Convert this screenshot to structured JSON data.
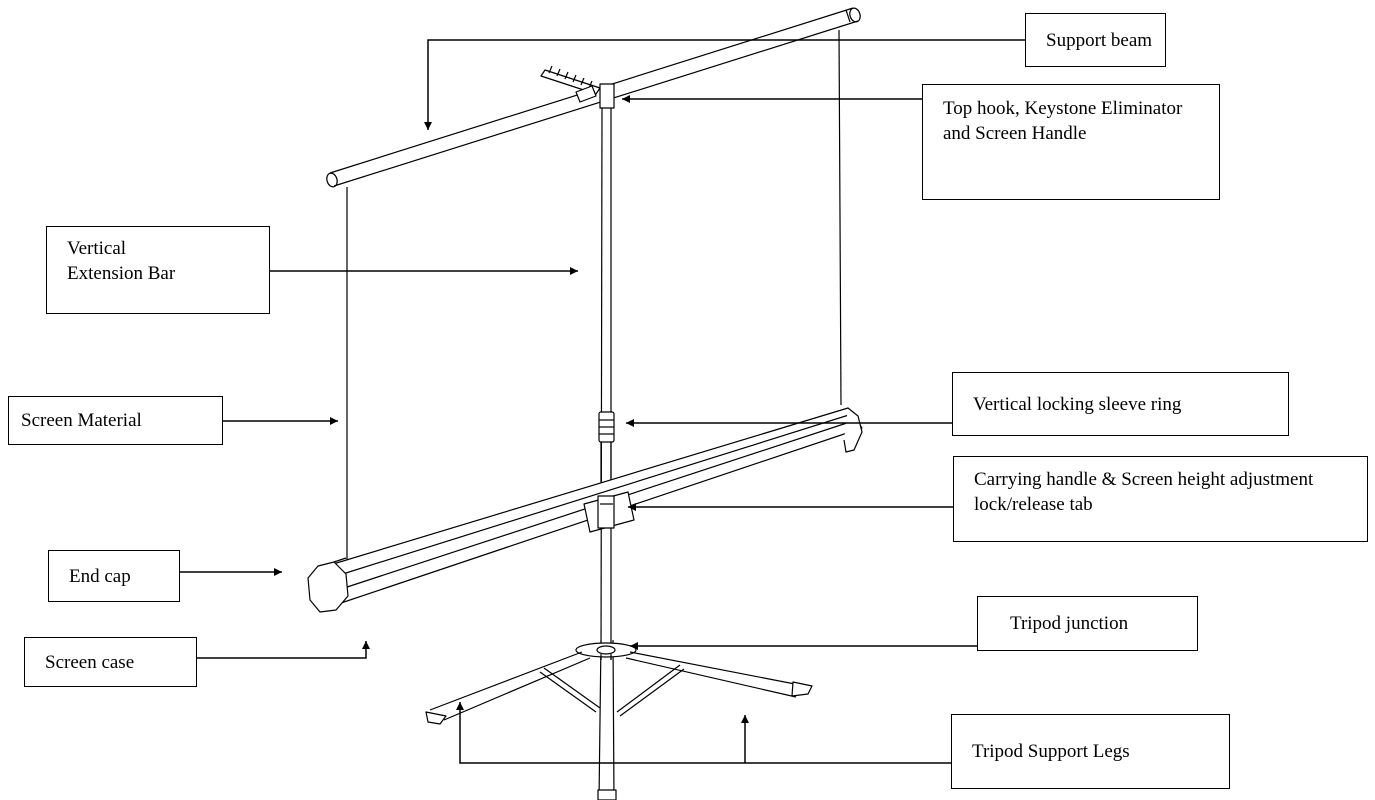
{
  "title": "",
  "labels": {
    "support_beam": "Support beam",
    "top_hook": "Top hook, Keystone Eliminator and Screen Handle",
    "vertical_extension_bar": "Vertical Extension Bar",
    "screen_material": "Screen Material",
    "vertical_locking_sleeve_ring": "Vertical locking sleeve ring",
    "carrying_handle": "Carrying handle & Screen height adjustment lock/release tab",
    "end_cap": "End cap",
    "screen_case": "Screen case",
    "tripod_junction": "Tripod junction",
    "tripod_support_legs": "Tripod Support Legs"
  }
}
